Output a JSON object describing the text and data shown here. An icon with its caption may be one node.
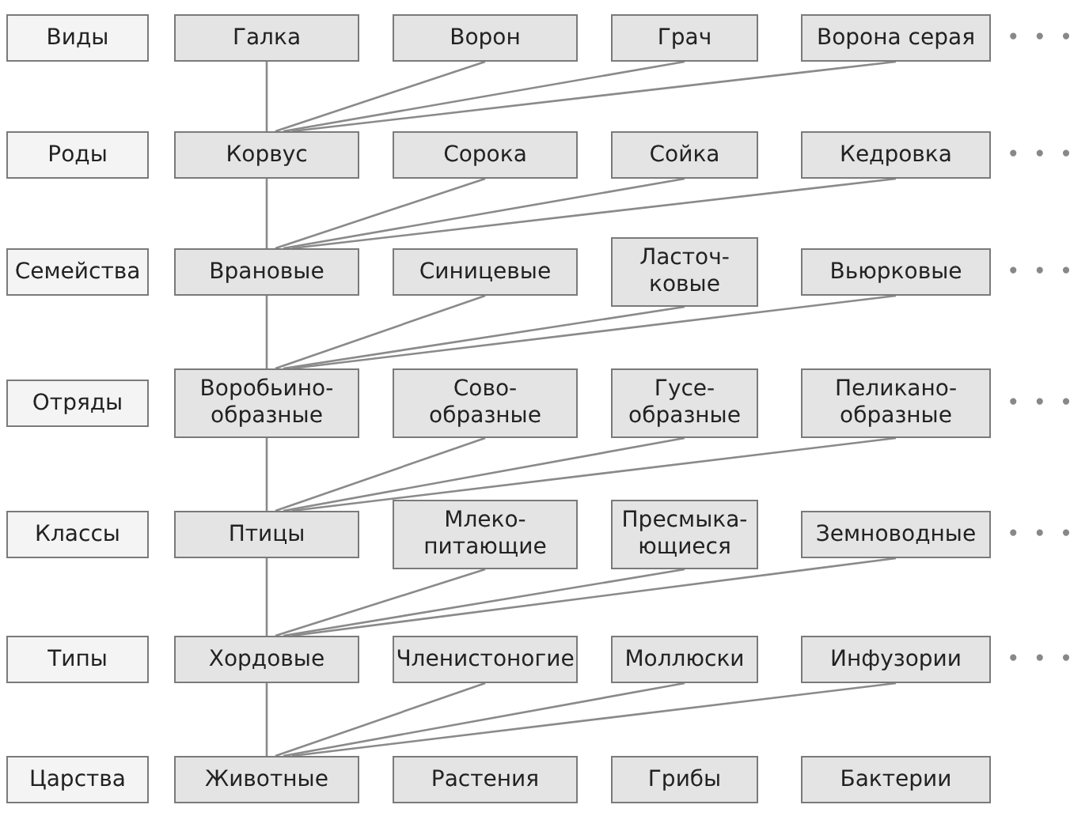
{
  "diagram": {
    "nodes": [
      {
        "text": [
          "Виды"
        ]
      },
      {
        "text": [
          "Галка"
        ]
      },
      {
        "text": [
          "Ворон"
        ]
      },
      {
        "text": [
          "Грач"
        ]
      },
      {
        "text": [
          "Ворона серая"
        ]
      },
      {
        "text": [
          "Роды"
        ]
      },
      {
        "text": [
          "Корвус"
        ]
      },
      {
        "text": [
          "Сорока"
        ]
      },
      {
        "text": [
          "Сойка"
        ]
      },
      {
        "text": [
          "Кедровка"
        ]
      },
      {
        "text": [
          "Семейства"
        ]
      },
      {
        "text": [
          "Врановые"
        ]
      },
      {
        "text": [
          "Синицевые"
        ]
      },
      {
        "text": [
          "Ласточ- ковые"
        ]
      },
      {
        "text": [
          "Вьюрковые"
        ]
      },
      {
        "text": [
          "Отряды"
        ]
      },
      {
        "text": [
          "Воробьино- образные"
        ]
      },
      {
        "text": [
          "Сово- образные"
        ]
      },
      {
        "text": [
          "Гусе- образные"
        ]
      },
      {
        "text": [
          "Пеликано- образные"
        ]
      },
      {
        "text": [
          "Классы"
        ]
      },
      {
        "text": [
          "Птицы"
        ]
      },
      {
        "text": [
          "Млеко- питающие"
        ]
      },
      {
        "text": [
          "Пресмыка- ющиеся"
        ]
      },
      {
        "text": [
          "Земноводные"
        ]
      },
      {
        "text": [
          "Типы"
        ]
      },
      {
        "text": [
          "Хордовые"
        ]
      },
      {
        "text": [
          "Членистоногие"
        ]
      },
      {
        "text": [
          "Моллюски"
        ]
      },
      {
        "text": [
          "Инфузории"
        ]
      },
      {
        "text": [
          "Царства"
        ]
      },
      {
        "text": [
          "Животные"
        ]
      },
      {
        "text": [
          "Растения"
        ]
      },
      {
        "text": [
          "Грибы"
        ]
      },
      {
        "text": [
          "Бактерии"
        ]
      }
    ],
    "edges": [
      {
        "from": 1,
        "to": 6,
        "arrow": "none"
      },
      {
        "from": 2,
        "to": 6,
        "arrow": "none"
      },
      {
        "from": 3,
        "to": 6,
        "arrow": "none"
      },
      {
        "from": 4,
        "to": 6,
        "arrow": "none"
      },
      {
        "from": 6,
        "to": 11,
        "arrow": "none"
      },
      {
        "from": 7,
        "to": 11,
        "arrow": "none"
      },
      {
        "from": 8,
        "to": 11,
        "arrow": "none"
      },
      {
        "from": 9,
        "to": 11,
        "arrow": "none"
      },
      {
        "from": 11,
        "to": 16,
        "arrow": "none"
      },
      {
        "from": 12,
        "to": 16,
        "arrow": "none"
      },
      {
        "from": 13,
        "to": 16,
        "arrow": "none"
      },
      {
        "from": 14,
        "to": 16,
        "arrow": "none"
      },
      {
        "from": 16,
        "to": 21,
        "arrow": "none"
      },
      {
        "from": 17,
        "to": 21,
        "arrow": "none"
      },
      {
        "from": 18,
        "to": 21,
        "arrow": "none"
      },
      {
        "from": 19,
        "to": 21,
        "arrow": "none"
      },
      {
        "from": 21,
        "to": 26,
        "arrow": "none"
      },
      {
        "from": 22,
        "to": 26,
        "arrow": "none"
      },
      {
        "from": 23,
        "to": 26,
        "arrow": "none"
      },
      {
        "from": 24,
        "to": 26,
        "arrow": "none"
      },
      {
        "from": 26,
        "to": 31,
        "arrow": "none"
      },
      {
        "from": 27,
        "to": 31,
        "arrow": "none"
      },
      {
        "from": 28,
        "to": 31,
        "arrow": "none"
      },
      {
        "from": 29,
        "to": 31,
        "arrow": "none"
      }
    ],
    "labels": [
      "• • •",
      "• • •",
      "• • •",
      "• • •",
      "• • •",
      "• • •"
    ]
  }
}
